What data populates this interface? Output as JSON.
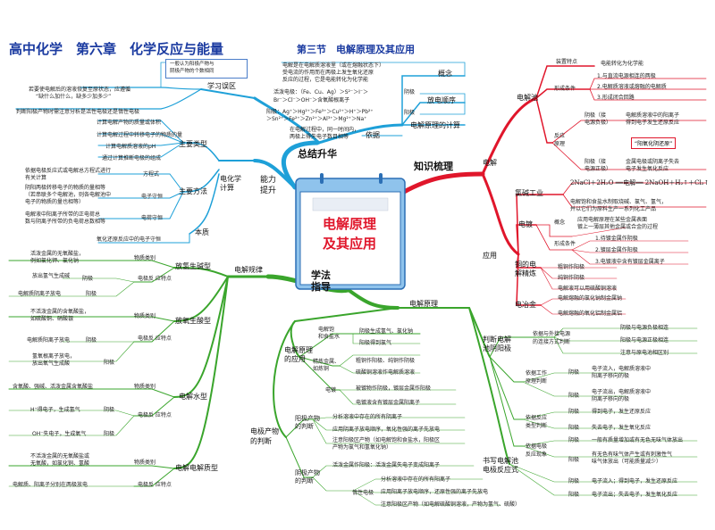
{
  "title": {
    "main": "高中化学　第六章　化学反应与能量",
    "sub": "第三节　电解原理及其应用"
  },
  "center": {
    "line1": "电解原理",
    "line2": "及其应用"
  },
  "hubs": {
    "summary": "总结升华",
    "knowledge": "知识梳理",
    "method": "学法\n指导",
    "method_l1": "学法",
    "method_l2": "指导"
  },
  "summary": {
    "misconception_label": "学习误区",
    "misconception_box": [
      "一般认为阳极产物与",
      "阴极产物的个数相同"
    ],
    "misconception_note1": [
      "若要使电解后的溶液恢复至原状态，应遵循",
      "“缺什么加什么，缺多少加多少”"
    ],
    "misconception_note2": "判断阳极产物时需注意分析是活性电极还是惰性电极",
    "ability_label": "能力\n提升",
    "ability_l1": "能力",
    "ability_l2": "提升",
    "calc_label": "电化学\n计算",
    "calc_l1": "电化学",
    "calc_l2": "计算",
    "types_label": "主要类型",
    "types": [
      "计算电解产物的质量或体积",
      "计算电解过程中转移电子的物质的量",
      "计算电解质溶液的pH",
      "通过计算推断电极的组成"
    ],
    "methods_label": "主要方法",
    "method_items": [
      {
        "label": "方程式",
        "text": [
          "依据电极反应式或电解总方程式进行",
          "有关计算"
        ]
      },
      {
        "label": "电子守恒",
        "text": [
          "阴阳两极转移电子的物质的量相等",
          "（若串联多个电解池，则各电解池中",
          "电子的物质的量也相等）"
        ]
      },
      {
        "label": "电荷守恒",
        "text": [
          "电解液中阳离子所带的正电荷总",
          "数与阴离子所带的负电荷总数相等"
        ]
      }
    ],
    "essence_label": "本质",
    "essence_text": "氧化还原反应中的电子守恒"
  },
  "concept": {
    "label": "概念",
    "text": [
      "电解是在电解质溶液里（或在熔融状态下）",
      "受电流的作用而在两极上发生氧化还原",
      "反应的过程，它是电能转化为化学能"
    ]
  },
  "discharge": {
    "label": "放电顺序",
    "cathode_label": "阴极",
    "anode_label": "阳极",
    "anode_rule1": "活泼电极：（Fe、Cu、Ag）＞S²⁻＞I⁻＞",
    "anode_rule2": "Br⁻＞Cl⁻＞OH⁻＞含氧酸根离子",
    "cathode_rule1": "阳极：Ag⁺＞Hg²⁺＞Fe³⁺＞Cu²⁺＞H⁺＞Pb²⁺",
    "cathode_rule2": "＞Sn²⁺＞Fe²⁺＞Zn²⁺＞Al³⁺＞Mg²⁺＞Na⁺"
  },
  "calc_basis": {
    "label": "依据",
    "title": "电解原理的计算",
    "text": [
      "在电解过程中，同一时间内，",
      "两极上得失电子数目相等"
    ]
  },
  "knowledge": {
    "electrolysis_label": "电解",
    "cell_label": "电解池",
    "device_label": "装置特点",
    "device_text": "电能转化为化学能",
    "conditions_label": "形成条件",
    "conditions": [
      "1.与直流电源相连的两极",
      "2.电解质溶液或熔融的电解质",
      "3.形成闭合回路"
    ],
    "reaction_label": "反应\n原理",
    "reaction_l1": "反应",
    "reaction_l2": "原理",
    "cathode_label": "阴极（接",
    "cathode_label2": "电源负极）",
    "cathode_text": [
      "电解质溶液中的阳离子",
      "得到电子发生还原反应"
    ],
    "anode_label": "阳极（接",
    "anode_label2": "电源正极）",
    "anode_text": [
      "金属电极或阴离子失去",
      "电子发生氧化反应"
    ],
    "mnemonic": "“阳氧化阴还原”"
  },
  "application": {
    "label": "应用",
    "chlor_label": "氯碱工业",
    "chlor_eq": "2NaCl＋2H₂O ══电解══ 2NaOH＋H₂↑＋Cl₂↑",
    "chlor_text": [
      "电解饱和食盐水制取烧碱、氯气、氢气，",
      "并以它们为原料生产一系列化工产品"
    ],
    "plating_label": "电镀",
    "concept_label": "概念",
    "plating_concept": [
      "应用电解原理在某些金属表面",
      "镀上一薄层其他金属或合金的过程"
    ],
    "formation_label": "形成条件",
    "formation": [
      "1.待镀金属作阴极",
      "2.镀层金属作阳极",
      "3.电镀液中含有镀层金属离子"
    ],
    "copper_label": "铜的电\n解精炼",
    "copper_l1": "铜的电",
    "copper_l2": "解精炼",
    "copper_items": [
      "粗铜作阳极",
      "纯铜作阴极",
      "电解液可以用硫酸铜溶液"
    ],
    "metallurgy_label": "电冶金",
    "metallurgy_items": [
      "电解熔融的氯化钠制金属钠",
      "电解熔融的氧化铝制金属铝"
    ]
  },
  "law": {
    "label": "电解规律",
    "groups": [
      {
        "name": "放氢生碱型",
        "kind_label": "物质类别",
        "kind": [
          "活泼金属的无氧酸盐，",
          "例如氯化钾、氯化钠"
        ],
        "feat_label": "电极反\n应特点",
        "cathode": "放出氢气生成碱",
        "anode": "电解质阴离子放电"
      },
      {
        "name": "放氧生酸型",
        "kind_label": "物质类别",
        "kind": [
          "不活泼金属的含氧酸盐，",
          "如硫酸铜、硝酸银"
        ],
        "feat_label": "电极反\n应特点",
        "cathode": "电解质阳离子放电",
        "anode": [
          "氢氧根离子放电，",
          "放出氧气生成酸"
        ]
      },
      {
        "name": "电解水型",
        "kind_label": "物质类别",
        "kind": [
          "含氧酸、强碱、活泼金属含氧酸盐"
        ],
        "feat_label": "电极反\n应特点",
        "cathode": "H⁺得电子，生成氢气",
        "anode": "OH⁻失电子，生成氧气"
      },
      {
        "name": "电解电解质型",
        "kind_label": "物质类别",
        "kind": [
          "不活泼金属的无氧酸盐或",
          "无氧酸，如氯化铜、氢酸"
        ],
        "feat_label": "电极反\n应特点",
        "text": "电解质、阳离子分别在两极放电"
      }
    ],
    "cathode_tag": "阴极",
    "anode_tag": "阳极"
  },
  "principle": {
    "label": "电解原理",
    "app_label": "电解原理\n的应用",
    "app_l1": "电解原理",
    "app_l2": "的应用",
    "brine_label": "电解饱\n和食盐水",
    "brine_l1": "电解饱",
    "brine_l2": "和食盐水",
    "brine_items": [
      "阴极生成氢气、氯化钠",
      "阳极得到氯气"
    ],
    "refine_label": "精炼金属、\n如炼铜",
    "refine_l1": "精炼金属、",
    "refine_l2": "如炼铜",
    "refine_items": [
      "粗铜作阳极、纯铜作阴极",
      "硫酸铜溶液作电解质溶液"
    ],
    "plating_label": "电镀",
    "plating_items": [
      "被镀物作阴极，镀层金属作阳极",
      "电镀液含有镀层金属阳离子"
    ],
    "product_label": "电极产物\n的判断",
    "product_l1": "电极产物",
    "product_l2": "的判断",
    "anode_prod_label": "阳极产物\n的判断",
    "anode_l1": "阳极产物",
    "anode_l2": "的判断",
    "anode_prod_items": [
      "分析溶液中存在的所有阴离子",
      "应用阴离子放电顺序，氧化性强的离子先放电",
      [
        "注意阳极区产物（如电解饱和食盐水，阳极区",
        "产物为氯气和氢氧化钠）"
      ]
    ],
    "cathode_prod_label": "阴极产物\n的判断",
    "cathode_l1": "阴极产物",
    "cathode_l2": "的判断",
    "cathode_prod_top": "活泼金属作阳极：活泼金属失电子变成阳离子",
    "inert_label": "惰性电极",
    "inert_items": [
      "分析溶液中存在的所有阳离子",
      "应用阳离子放电顺序，还原性强的离子先放电",
      "注意阳极区产物（如电解硫酸铜溶液，产物为氢气、硫酸）"
    ]
  },
  "judge": {
    "label": "判断电解\n池阴阳极",
    "l1": "判断电解",
    "l2": "池阴阳极",
    "power_label": "依据与外接电源\n的连接方式判断",
    "power_l1": "依据与外接电源",
    "power_l2": "的连接方式判断",
    "power_items": [
      "阴极与电源负极相连",
      "阳极与电源正极相连",
      "注意与原电池相区别"
    ],
    "ion_label": "依据工作\n原理判断",
    "ion_l1": "依据工作",
    "ion_l2": "原理判断",
    "ion_cathode": [
      "电子流入，电解质溶液中",
      "阳离子移向的极"
    ],
    "ion_anode": [
      "电子流出，电解质溶液中",
      "阴离子移向的极"
    ],
    "change_label": "依据反应\n类型判断",
    "change_l1": "依据反应",
    "change_l2": "类型判断",
    "change_cathode": "得到电子，发生还原反应",
    "change_anode": "失去电子，发生氧化反应",
    "pheno_label": "依据电极\n反应现象",
    "pheno_l1": "依据电极",
    "pheno_l2": "反应现象",
    "pheno_cathode": "一般有质量增加或有无色无味气体放出",
    "pheno_anode": [
      "有无色有味气体产生或有刺激性气",
      "味气体放出（可能质量减少）"
    ],
    "cathode_tag": "阴极",
    "anode_tag": "阳极"
  },
  "write": {
    "label": "书写电解池\n电极反应式",
    "l1": "书写电解池",
    "l2": "电极反应式",
    "cathode": "电子流入；得到电子，发生还原反应",
    "anode": "电子流出；失去电子，发生氧化反应",
    "cathode_tag": "阴极",
    "anode_tag": "阳极"
  },
  "colors": {
    "blue": "#1ea0d8",
    "red": "#e0162b",
    "green": "#3aa52c",
    "title": "#1a3aa0"
  }
}
